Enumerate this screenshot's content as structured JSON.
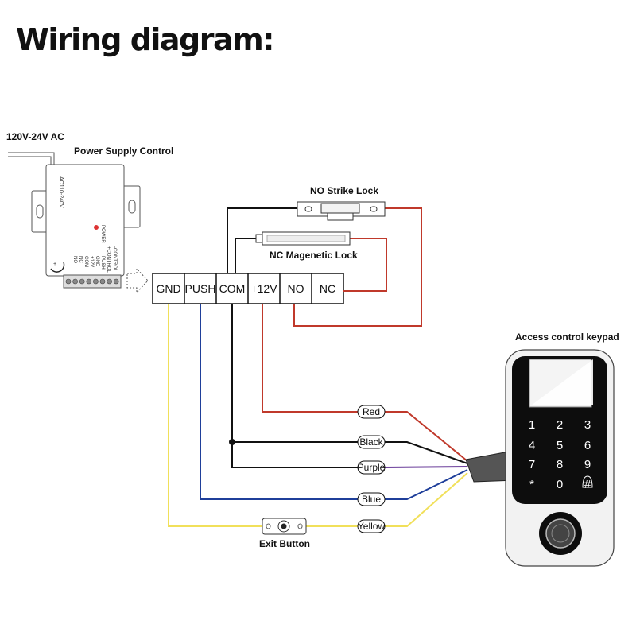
{
  "title": "Wiring diagram:",
  "power_input": "120V-24V AC",
  "power_supply": {
    "label": "Power Supply Control",
    "model_text": "AC110-240V",
    "power_led_text": "POWER",
    "terminal_labels": [
      "NO",
      "NC",
      "COM",
      "+12V",
      "GND",
      "PUSH",
      "+CONTROL",
      "-CONTROL"
    ]
  },
  "terminals": [
    "GND",
    "PUSH",
    "COM",
    "+12V",
    "NO",
    "NC"
  ],
  "locks": {
    "strike": "NO Strike Lock",
    "magnetic": "NC Magenetic Lock"
  },
  "wires": [
    {
      "name": "Red",
      "color": "#c0392b"
    },
    {
      "name": "Black",
      "color": "#111111"
    },
    {
      "name": "Purple",
      "color": "#6a3d9a"
    },
    {
      "name": "Blue",
      "color": "#1f3f9a"
    },
    {
      "name": "Yellow",
      "color": "#f1e05a"
    }
  ],
  "exit_button": "Exit Button",
  "keypad": {
    "label": "Access control keypad",
    "keys": [
      "1",
      "2",
      "3",
      "4",
      "5",
      "6",
      "7",
      "8",
      "9",
      "*",
      "0",
      "#"
    ]
  }
}
